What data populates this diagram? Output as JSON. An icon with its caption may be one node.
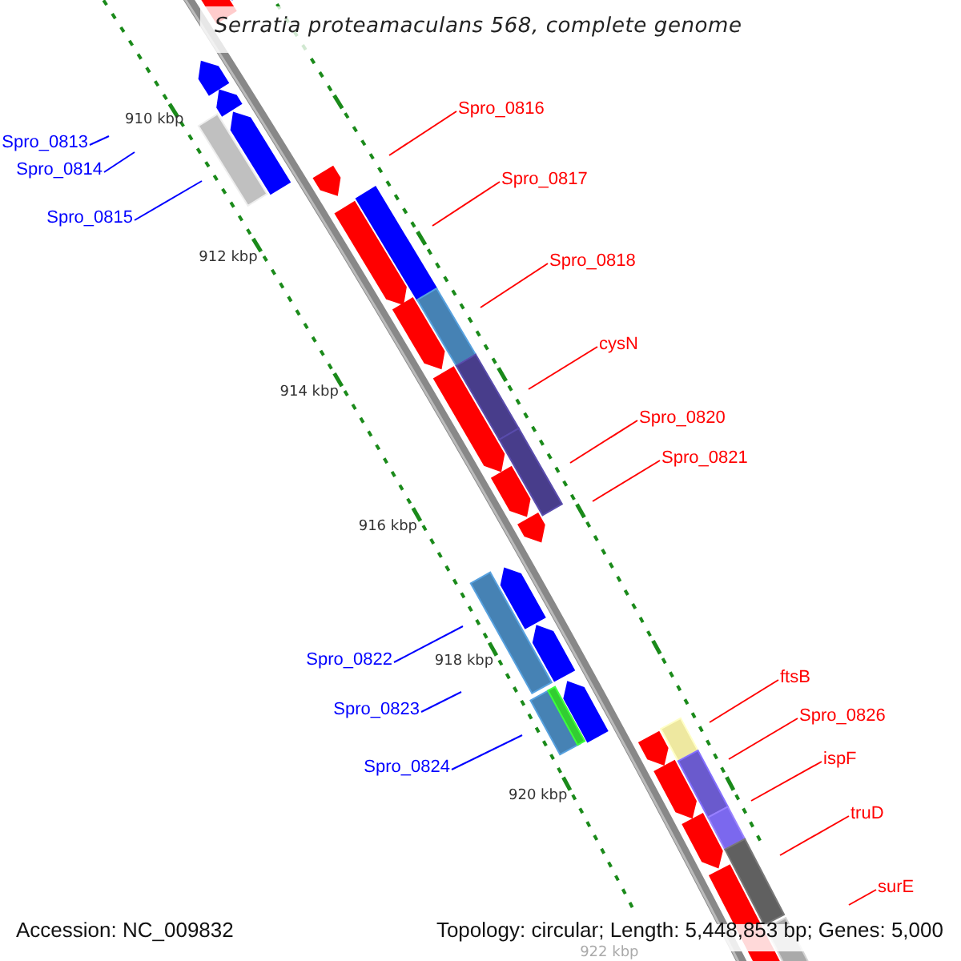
{
  "diagram": {
    "title": "Serratia proteamaculans 568, complete genome",
    "nodes": [
      {
        "text": [
          "Spro_0816"
        ]
      },
      {
        "text": [
          "Spro_0813"
        ]
      },
      {
        "text": [
          "Spro_0814"
        ]
      },
      {
        "text": [
          "Spro_0817"
        ]
      },
      {
        "text": [
          "Spro_0815"
        ]
      },
      {
        "text": [
          "Spro_0818"
        ]
      },
      {
        "text": [
          "cysN"
        ]
      },
      {
        "text": [
          "Spro_0820"
        ]
      },
      {
        "text": [
          "Spro_0821"
        ]
      },
      {
        "text": [
          "Spro_0822"
        ]
      },
      {
        "text": [
          "ftsB"
        ]
      },
      {
        "text": [
          "Spro_0823"
        ]
      },
      {
        "text": [
          "Spro_0826"
        ]
      },
      {
        "text": [
          "ispF"
        ]
      },
      {
        "text": [
          "Spro_0824"
        ]
      },
      {
        "text": [
          "truD"
        ]
      },
      {
        "text": [
          "surE"
        ]
      }
    ],
    "edges": [
      {
        "from": 0,
        "to": null,
        "arrow": "none"
      },
      {
        "from": 1,
        "to": null,
        "arrow": "none",
        "color": "#0000ff"
      },
      {
        "from": 2,
        "to": null,
        "arrow": "none",
        "color": "#0000ff"
      },
      {
        "from": 3,
        "to": null,
        "arrow": "none"
      },
      {
        "from": 4,
        "to": null,
        "arrow": "none",
        "color": "#0000ff"
      },
      {
        "from": 5,
        "to": null,
        "arrow": "none"
      },
      {
        "from": 6,
        "to": null,
        "arrow": "none"
      },
      {
        "from": 7,
        "to": null,
        "arrow": "none"
      },
      {
        "from": 8,
        "to": null,
        "arrow": "none"
      },
      {
        "from": 9,
        "to": null,
        "arrow": "none",
        "color": "#0000ff"
      },
      {
        "from": 10,
        "to": null,
        "arrow": "none"
      },
      {
        "from": 11,
        "to": null,
        "arrow": "none",
        "color": "#0000ff"
      },
      {
        "from": 12,
        "to": null,
        "arrow": "none"
      },
      {
        "from": 13,
        "to": null,
        "arrow": "none"
      },
      {
        "from": 14,
        "to": null,
        "arrow": "none",
        "color": "#0000ff"
      },
      {
        "from": 15,
        "to": null,
        "arrow": "none"
      },
      {
        "from": 16,
        "to": null,
        "arrow": "none"
      }
    ],
    "labels": [
      "910 kbp",
      "912 kbp",
      "914 kbp",
      "916 kbp",
      "918 kbp",
      "920 kbp",
      "922 kbp",
      "Accession: NC_009832",
      "Topology: circular; Length: 5,448,853 bp; Genes: 5,000"
    ]
  }
}
